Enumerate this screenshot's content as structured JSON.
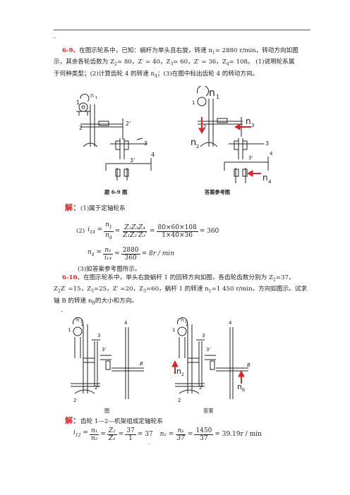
{
  "header_dot": "-",
  "p69": {
    "num": "6-9、",
    "text1": "在图示轮系中，已知：蜗杆为单头且右旋，转速 n",
    "sub1": "1",
    "text1b": "= 2880 r/min，转动方向如图",
    "text2": "示，其余各轮齿数为 Z",
    "text2b": "= 80，Z′ = 40，Z",
    "text2c": "= 60，Z′ = 36，Z",
    "text2d": "= 108。 (1)说明轮系属",
    "text3": "于何种类型；(2)计算齿轮 4 的转速 n",
    "sub3": "4",
    "text3b": "；(3)在图中标出齿轮 4 的转动方向。"
  },
  "fig69": {
    "caption_left": "题 6-9 图",
    "caption_right": "答案参考图",
    "labels": {
      "n1": "n",
      "n1sub": "1",
      "one": "1",
      "two": "2",
      "twop": "2'",
      "three": "3",
      "threep": "3'",
      "four": "4",
      "n2": "n",
      "n2sub": "2",
      "n3": "n",
      "n3sub": "3",
      "n4": "n",
      "n4sub": "4"
    }
  },
  "sol69": {
    "label": "解：",
    "s1": "(1)属于定轴轮系",
    "s2_prefix": "(2)",
    "i14": "i",
    "i14sub": "14",
    "eq_n1": "n",
    "eq_n4": "n",
    "frac1_num": "Z₂Z₃Z₄",
    "frac1_den": "Z₁Z₂′Z₃′",
    "frac2_num": "80×60×108",
    "frac2_den": "1×40×36",
    "result1": "= 360",
    "n4_num": "n₁",
    "n4_den": "i₁₄",
    "n4_num2": "2880",
    "n4_den2": "360",
    "result2": "= 8r / min",
    "s3": "(3)如答案参考图所示。"
  },
  "p610": {
    "num": "6-10、",
    "text1": "在图示轮系中，单头右旋蜗杆 1 的回转方向如图，各齿轮齿数分别为 Z",
    "text1b": "=37，",
    "text2": "Z′ =15，Z",
    "text2b": "=25，Z′ =20，Z",
    "text2c": "=60，蜗杆 1 的转速 n",
    "text2d": "=1 450 r/min，方向如图示。试求",
    "text3": "轴 B 的转速 n",
    "text3sub": "B",
    "text3b": "的大小和方向。"
  },
  "fig610": {
    "dot": "-",
    "caption_left": "图",
    "caption_right": "答案",
    "labels": {
      "n1": "n",
      "n1sub": "1",
      "one": "1",
      "two": "2",
      "twop": "2'",
      "three": "3",
      "threep": "3'",
      "four": "4",
      "B": "B",
      "n2": "n",
      "n2sub": "2",
      "nB": "n",
      "nBsub": "B"
    }
  },
  "sol610": {
    "label": "解：",
    "text": "齿轮 1—2—机架组成定轴轮系",
    "i12": "i",
    "i12sub": "12",
    "f1_num": "n₁",
    "f1_den": "n₂",
    "f2_num": "Z₂",
    "f2_den": "Z₁",
    "f3_num": "37",
    "f3_den": "1",
    "r1": "= 37",
    "n2": "n₂",
    "g1_num": "n₁",
    "g1_den": "37",
    "g2_num": "1450",
    "g2_den": "37",
    "r2": "= 39.19r / min"
  },
  "footer_dot": "-"
}
